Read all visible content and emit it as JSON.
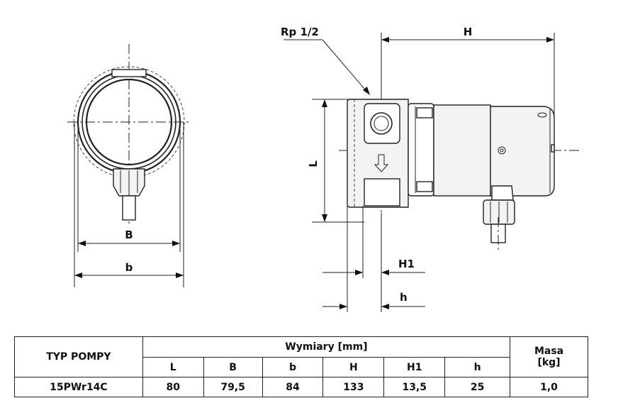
{
  "labels": {
    "thread": "Rp 1/2",
    "H": "H",
    "L": "L",
    "H1": "H1",
    "h": "h",
    "B": "B",
    "b": "b"
  },
  "table": {
    "col_type": "TYP POMPY",
    "group_header": "Wymiary [mm]",
    "mass_header_line1": "Masa",
    "mass_header_line2": "[kg]",
    "dim_headers": [
      "L",
      "B",
      "b",
      "H",
      "H1",
      "h"
    ],
    "row": {
      "type": "15PWr14C",
      "values": [
        "80",
        "79,5",
        "84",
        "133",
        "13,5",
        "25"
      ],
      "mass": "1,0"
    }
  }
}
